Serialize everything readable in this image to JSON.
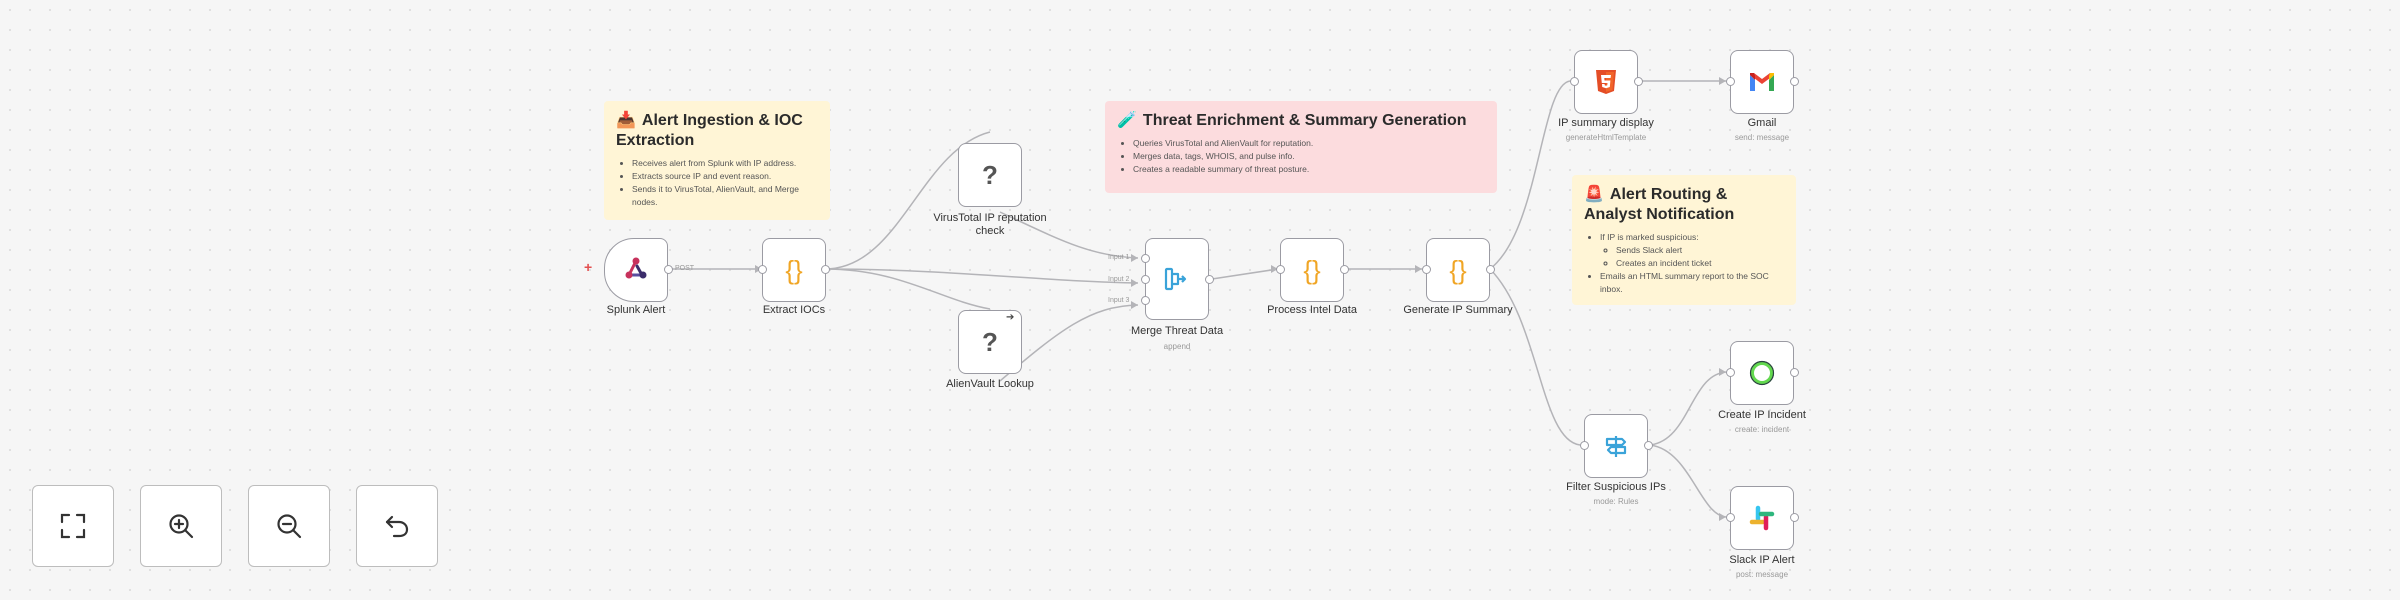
{
  "stickies": {
    "ingestion": {
      "emoji": "📥",
      "title": "Alert Ingestion & IOC Extraction",
      "bullets": [
        "Receives alert from Splunk with IP address.",
        "Extracts source IP and event reason.",
        "Sends it to VirusTotal, AlienVault, and Merge nodes."
      ]
    },
    "enrichment": {
      "emoji": "🧪",
      "title": "Threat Enrichment & Summary Generation",
      "bullets": [
        "Queries VirusTotal and AlienVault for reputation.",
        "Merges data, tags, WHOIS, and pulse info.",
        "Creates a readable summary of threat posture."
      ]
    },
    "routing": {
      "emoji": "🚨",
      "title": "Alert Routing & Analyst Notification",
      "bullet1": "If IP is marked suspicious:",
      "sub1": "Sends Slack alert",
      "sub2": "Creates an incident ticket",
      "bullet2": "Emails an HTML summary report to the SOC inbox."
    }
  },
  "nodes": {
    "splunk": {
      "label": "Splunk Alert",
      "pin_label": "POST"
    },
    "extract": {
      "label": "Extract IOCs"
    },
    "virustotal": {
      "label": "VirusTotal IP reputation check"
    },
    "alienvault": {
      "label": "AlienVault Lookup"
    },
    "merge": {
      "label": "Merge Threat Data",
      "sub": "append",
      "inputs": [
        "Input 1",
        "Input 2",
        "Input 3"
      ]
    },
    "process": {
      "label": "Process Intel Data"
    },
    "generate": {
      "label": "Generate IP Summary"
    },
    "html": {
      "label": "IP summary display",
      "sub": "generateHtmlTemplate"
    },
    "gmail": {
      "label": "Gmail",
      "sub": "send: message"
    },
    "filter": {
      "label": "Filter Suspicious IPs",
      "sub": "mode: Rules"
    },
    "incident": {
      "label": "Create IP Incident",
      "sub": "create: incident"
    },
    "slack": {
      "label": "Slack IP Alert",
      "sub": "post: message"
    }
  },
  "icons": {
    "code_glyph": "{}",
    "unknown_glyph": "?",
    "code_color": "#f0a524",
    "html_color": "#e44d26",
    "plus_color": "#e34f4f"
  },
  "controls": [
    "fit-view",
    "zoom-in",
    "zoom-out",
    "reset"
  ]
}
